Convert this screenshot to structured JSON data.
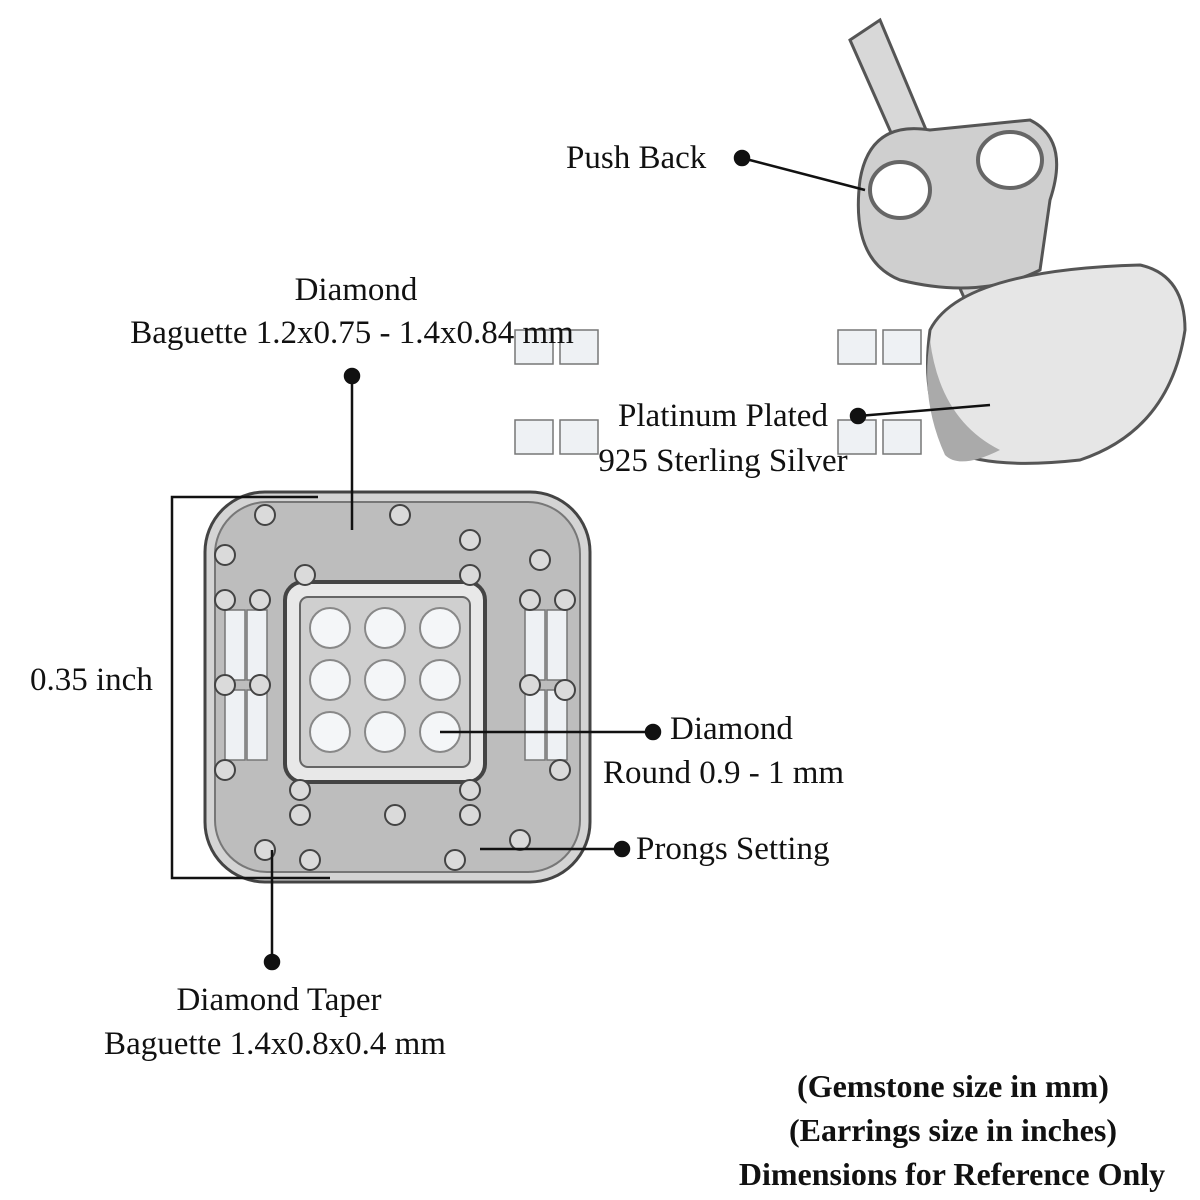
{
  "labels": {
    "push_back": "Push Back",
    "baguette_title": "Diamond",
    "baguette_size": "Baguette 1.2x0.75 - 1.4x0.84 mm",
    "metal_line1": "Platinum Plated",
    "metal_line2": "925 Sterling Silver",
    "height_dim": "0.35 inch",
    "round_title": "Diamond",
    "round_size": "Round 0.9 - 1 mm",
    "prongs": "Prongs Setting",
    "taper_title": "Diamond Taper",
    "taper_size": "Baguette 1.4x0.8x0.4 mm"
  },
  "notes": {
    "line1": "(Gemstone size in mm)",
    "line2": "(Earrings size in inches)",
    "line3": "Dimensions for Reference Only"
  },
  "colors": {
    "metal": "#c9c9c9",
    "metal_dark": "#6f6f6f",
    "line": "#111111"
  }
}
